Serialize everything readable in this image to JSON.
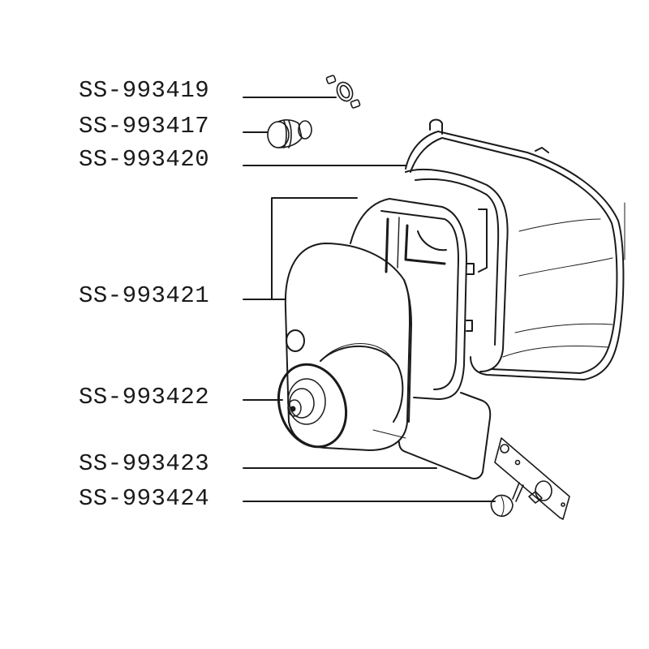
{
  "diagram": {
    "type": "exploded-parts-diagram",
    "parts": [
      {
        "ref": "SS-993419",
        "description_shape": "clamp / hose clip"
      },
      {
        "ref": "SS-993417",
        "description_shape": "cylindrical button cap"
      },
      {
        "ref": "SS-993420",
        "description_shape": "outer housing shell"
      },
      {
        "ref": "SS-993421",
        "description_shape": "front panel and inner frame"
      },
      {
        "ref": "SS-993422",
        "description_shape": "round dial with knob"
      },
      {
        "ref": "SS-993423",
        "description_shape": "gasket / seal"
      },
      {
        "ref": "SS-993424",
        "description_shape": "knob and mounting bracket"
      }
    ],
    "colors": {
      "line": "#1a1a1a",
      "background": "#ffffff"
    }
  }
}
